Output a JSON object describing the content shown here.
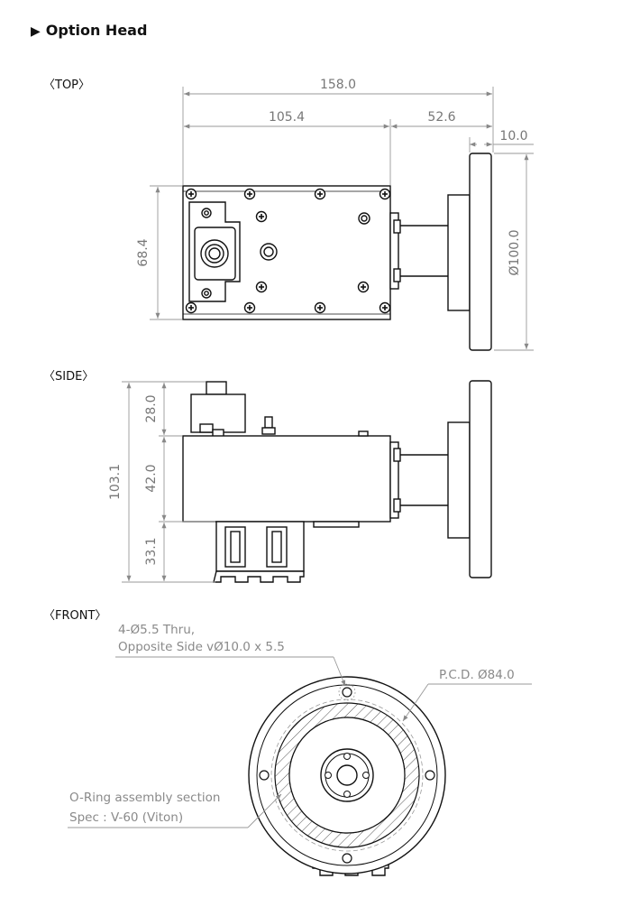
{
  "heading": {
    "marker": "▶",
    "title": "Option Head"
  },
  "views": {
    "top": "〈TOP〉",
    "side": "〈SIDE〉",
    "front": "〈FRONT〉"
  },
  "dimensions": {
    "overall_length": "158.0",
    "body_length": "105.4",
    "flange_offset": "52.6",
    "flange_thickness": "10.0",
    "body_height_top": "68.4",
    "flange_diameter": "Ø100.0",
    "side_total_height": "103.1",
    "connector_height": "28.0",
    "body_height_side": "42.0",
    "bottom_height": "33.1"
  },
  "notes": {
    "thru_holes_line1": "4-Ø5.5 Thru,",
    "thru_holes_line2": "Opposite Side vØ10.0 x 5.5",
    "pcd": "P.C.D. Ø84.0",
    "oring_line1": "O-Ring assembly section",
    "oring_line2": "Spec : V-60 (Viton)"
  }
}
